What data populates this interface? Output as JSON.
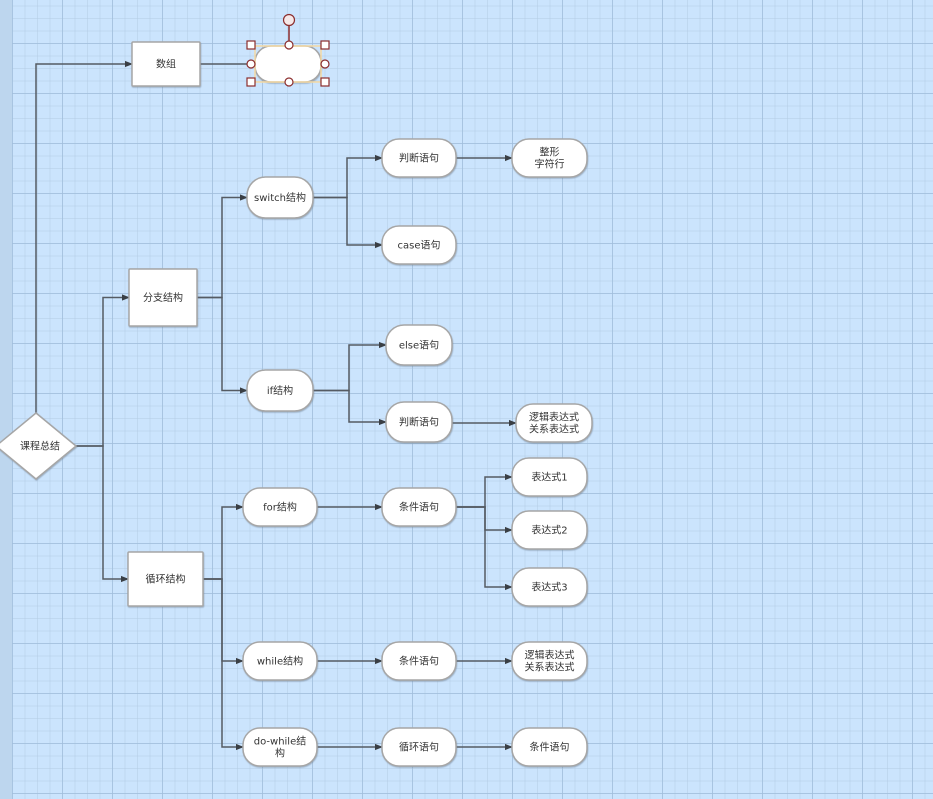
{
  "colors": {
    "canvas_bg": "#cbe4fd",
    "node_fill": "#ffffff",
    "node_stroke": "#a6a6a6",
    "edge": "#555b63",
    "selection_handle": "#8b2d2d",
    "selection_outline": "#f5d9a3"
  },
  "nodes": {
    "root": {
      "lines": [
        "课程总结"
      ],
      "shape": "diamond"
    },
    "array": {
      "lines": [
        "数组"
      ],
      "shape": "rect"
    },
    "selected_empty": {
      "lines": [],
      "shape": "terminator",
      "selected": true
    },
    "branch": {
      "lines": [
        "分支结构"
      ],
      "shape": "rect"
    },
    "switch": {
      "lines": [
        "switch结构"
      ],
      "shape": "terminator"
    },
    "switch_judge": {
      "lines": [
        "判断语句"
      ],
      "shape": "terminator"
    },
    "switch_types": {
      "lines": [
        "整形",
        "字符行"
      ],
      "shape": "terminator"
    },
    "case": {
      "lines": [
        "case语句"
      ],
      "shape": "terminator"
    },
    "if": {
      "lines": [
        "if结构"
      ],
      "shape": "terminator"
    },
    "else": {
      "lines": [
        "else语句"
      ],
      "shape": "terminator"
    },
    "if_judge": {
      "lines": [
        "判断语句"
      ],
      "shape": "terminator"
    },
    "if_expr": {
      "lines": [
        "逻辑表达式",
        "关系表达式"
      ],
      "shape": "terminator"
    },
    "loop": {
      "lines": [
        "循环结构"
      ],
      "shape": "rect"
    },
    "for": {
      "lines": [
        "for结构"
      ],
      "shape": "terminator"
    },
    "for_cond": {
      "lines": [
        "条件语句"
      ],
      "shape": "terminator"
    },
    "expr1": {
      "lines": [
        "表达式1"
      ],
      "shape": "terminator"
    },
    "expr2": {
      "lines": [
        "表达式2"
      ],
      "shape": "terminator"
    },
    "expr3": {
      "lines": [
        "表达式3"
      ],
      "shape": "terminator"
    },
    "while": {
      "lines": [
        "while结构"
      ],
      "shape": "terminator"
    },
    "while_cond": {
      "lines": [
        "条件语句"
      ],
      "shape": "terminator"
    },
    "while_expr": {
      "lines": [
        "逻辑表达式",
        "关系表达式"
      ],
      "shape": "terminator"
    },
    "dowhile": {
      "lines": [
        "do-while结",
        "构"
      ],
      "shape": "terminator"
    },
    "dowhile_body": {
      "lines": [
        "循环语句"
      ],
      "shape": "terminator"
    },
    "dowhile_cond": {
      "lines": [
        "条件语句"
      ],
      "shape": "terminator"
    }
  },
  "edges": [
    [
      "root",
      "array"
    ],
    [
      "array",
      "selected_empty"
    ],
    [
      "root",
      "branch"
    ],
    [
      "root",
      "loop"
    ],
    [
      "branch",
      "switch"
    ],
    [
      "branch",
      "if"
    ],
    [
      "switch",
      "switch_judge"
    ],
    [
      "switch",
      "case"
    ],
    [
      "switch_judge",
      "switch_types"
    ],
    [
      "if",
      "else"
    ],
    [
      "if",
      "if_judge"
    ],
    [
      "if_judge",
      "if_expr"
    ],
    [
      "loop",
      "for"
    ],
    [
      "loop",
      "while"
    ],
    [
      "loop",
      "dowhile"
    ],
    [
      "for",
      "for_cond"
    ],
    [
      "for_cond",
      "expr1"
    ],
    [
      "for_cond",
      "expr2"
    ],
    [
      "for_cond",
      "expr3"
    ],
    [
      "while",
      "while_cond"
    ],
    [
      "while_cond",
      "while_expr"
    ],
    [
      "dowhile",
      "dowhile_body"
    ],
    [
      "dowhile_body",
      "dowhile_cond"
    ]
  ]
}
